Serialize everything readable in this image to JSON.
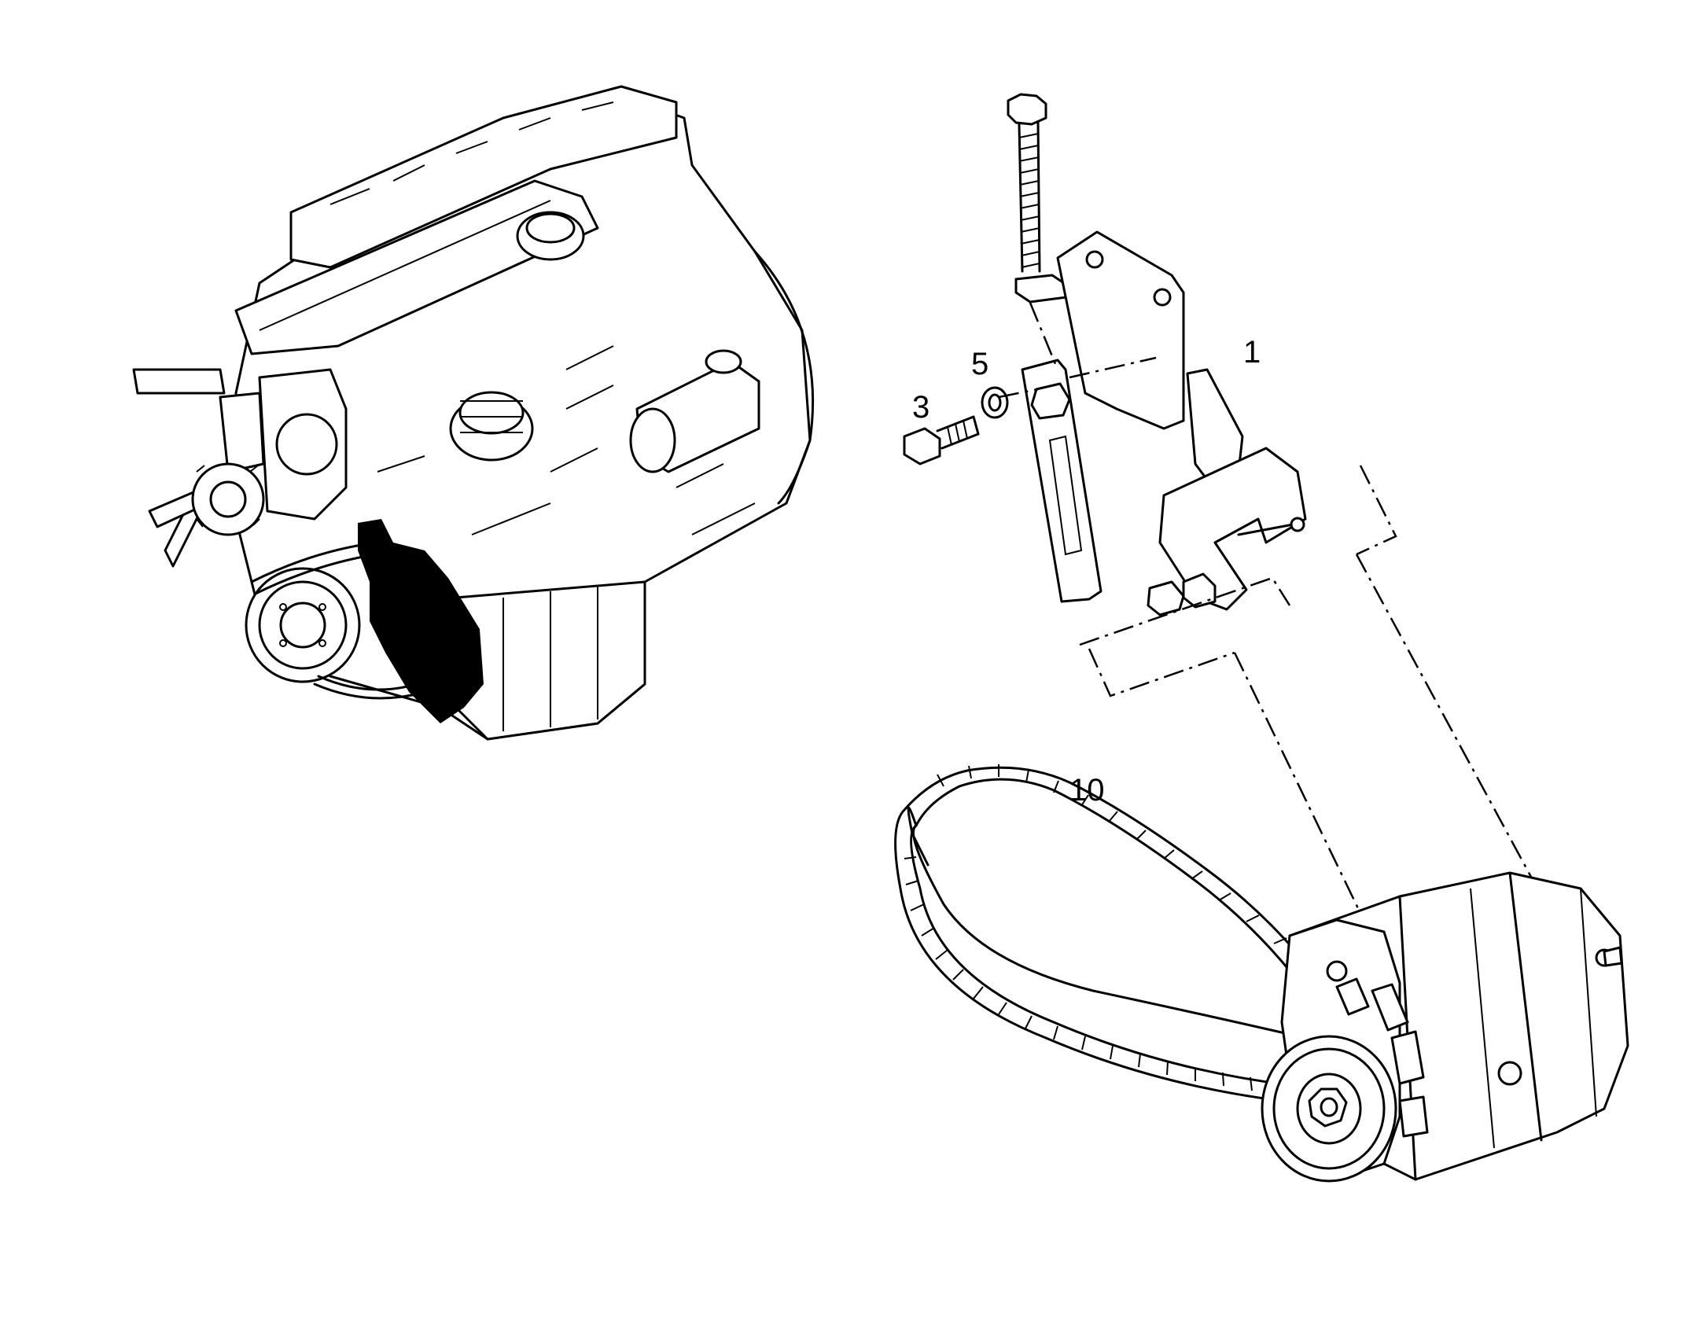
{
  "callouts": [
    {
      "id": "bracket",
      "label": "1"
    },
    {
      "id": "bolt",
      "label": "3"
    },
    {
      "id": "washer",
      "label": "5"
    },
    {
      "id": "belt",
      "label": "10"
    }
  ]
}
